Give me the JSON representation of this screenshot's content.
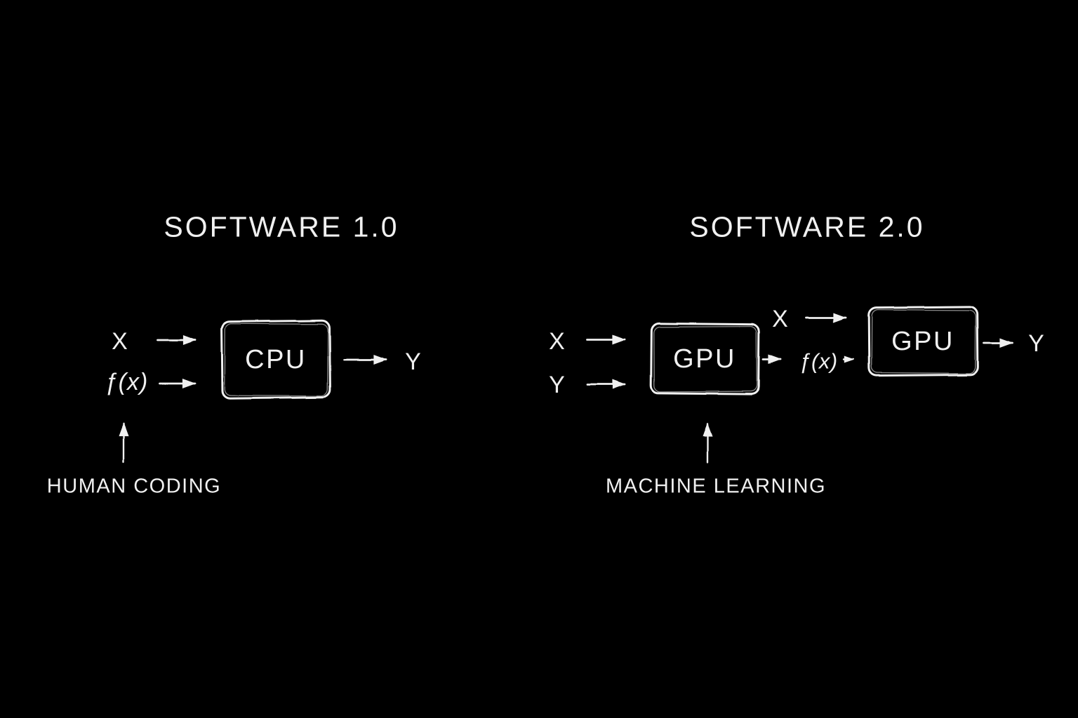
{
  "colors": {
    "background": "#000000",
    "ink": "#f0f0f0"
  },
  "left_panel": {
    "title": "SOFTWARE 1.0",
    "input_top": "X",
    "input_bottom": "ƒ(x)",
    "processor": "CPU",
    "output": "Y",
    "caption": "HUMAN CODING"
  },
  "right_panel": {
    "title": "SOFTWARE 2.0",
    "input_top": "X",
    "input_bottom": "Y",
    "processor_train": "GPU",
    "intermediate_top": "X",
    "intermediate_fn": "ƒ(x)",
    "processor_infer": "GPU",
    "output": "Y",
    "caption": "MACHINE LEARNING"
  }
}
